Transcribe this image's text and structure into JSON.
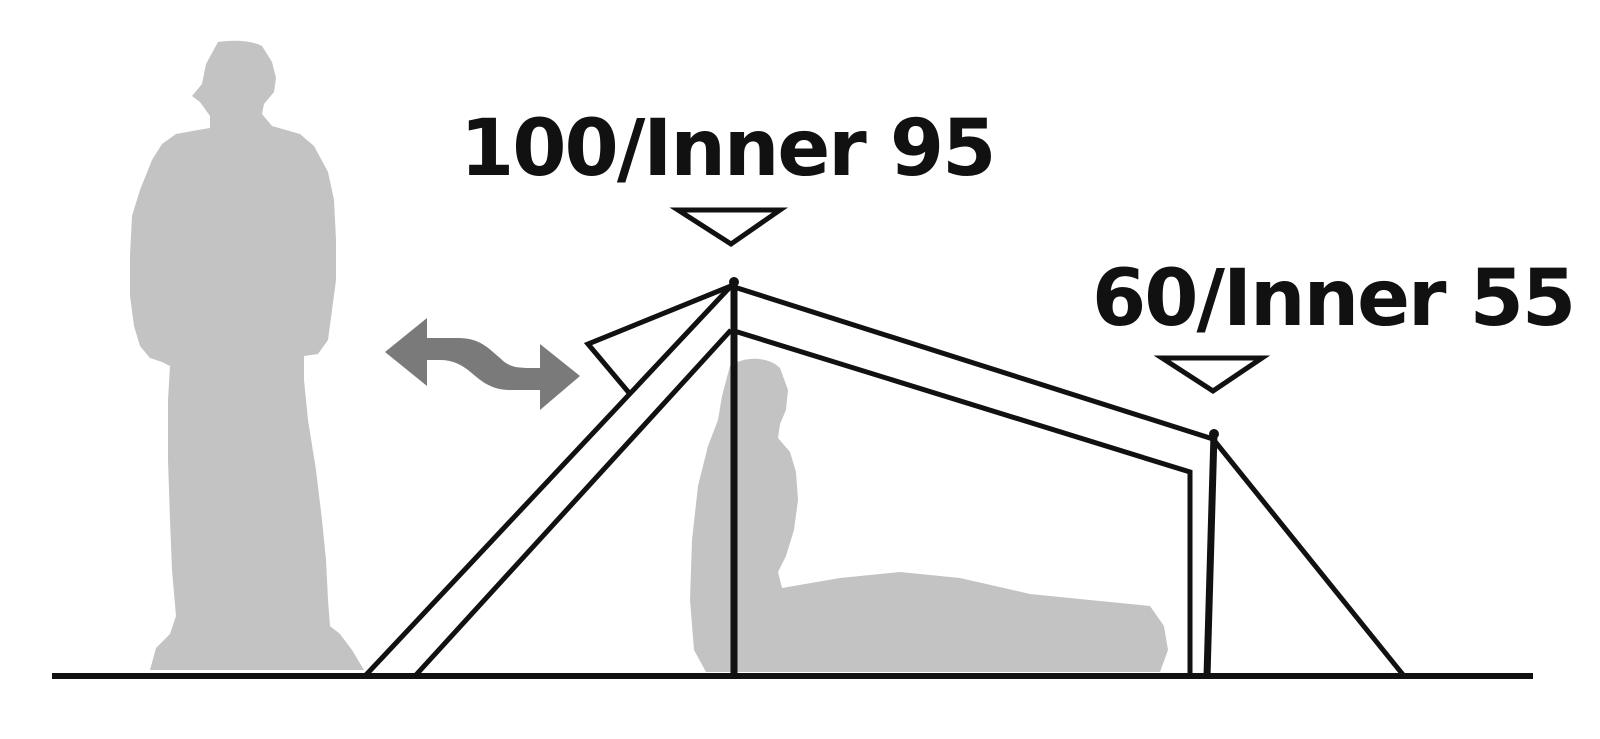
{
  "heights": {
    "peak": "100/Inner 95",
    "rear": "60/Inner 55"
  },
  "colors": {
    "silhouette": "#c3c3c3",
    "outline": "#111111",
    "arrow": "#7a7a7a",
    "background": "#ffffff"
  },
  "icons": {
    "standing_person": "standing-person-silhouette",
    "sitting_person": "sitting-person-silhouette",
    "double_arrow": "double-headed-arrow",
    "height_marker": "downward-triangle"
  }
}
